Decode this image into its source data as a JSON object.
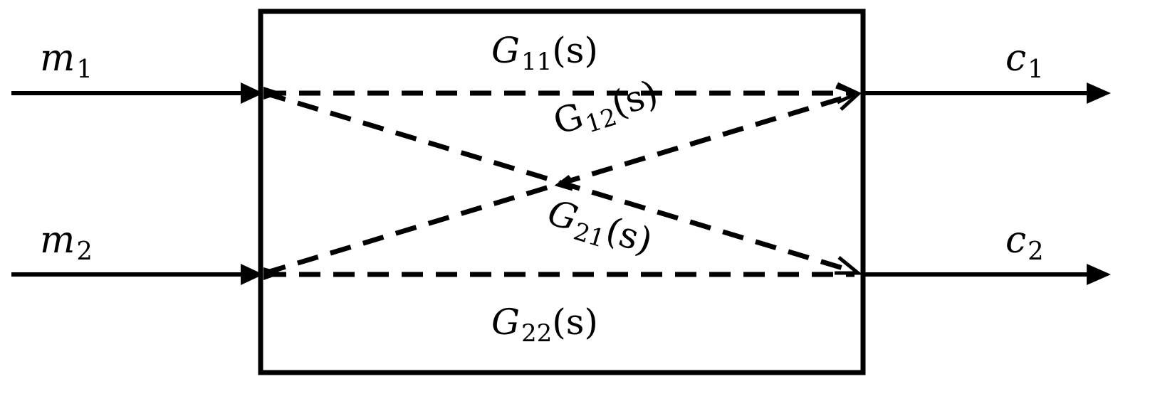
{
  "inputs": {
    "m1": {
      "base": "m",
      "sub": "1"
    },
    "m2": {
      "base": "m",
      "sub": "2"
    }
  },
  "outputs": {
    "c1": {
      "base": "c",
      "sub": "1"
    },
    "c2": {
      "base": "c",
      "sub": "2"
    }
  },
  "transfer": {
    "g11": {
      "base": "G",
      "sub": "11",
      "arg": "(s)"
    },
    "g12": {
      "base": "G",
      "sub": "12",
      "arg": "(s)"
    },
    "g21": {
      "base": "G",
      "sub": "21",
      "arg": "(s)"
    },
    "g22": {
      "base": "G",
      "sub": "22",
      "arg": "(s)"
    }
  },
  "colors": {
    "stroke": "#000000",
    "background": "#ffffff"
  }
}
